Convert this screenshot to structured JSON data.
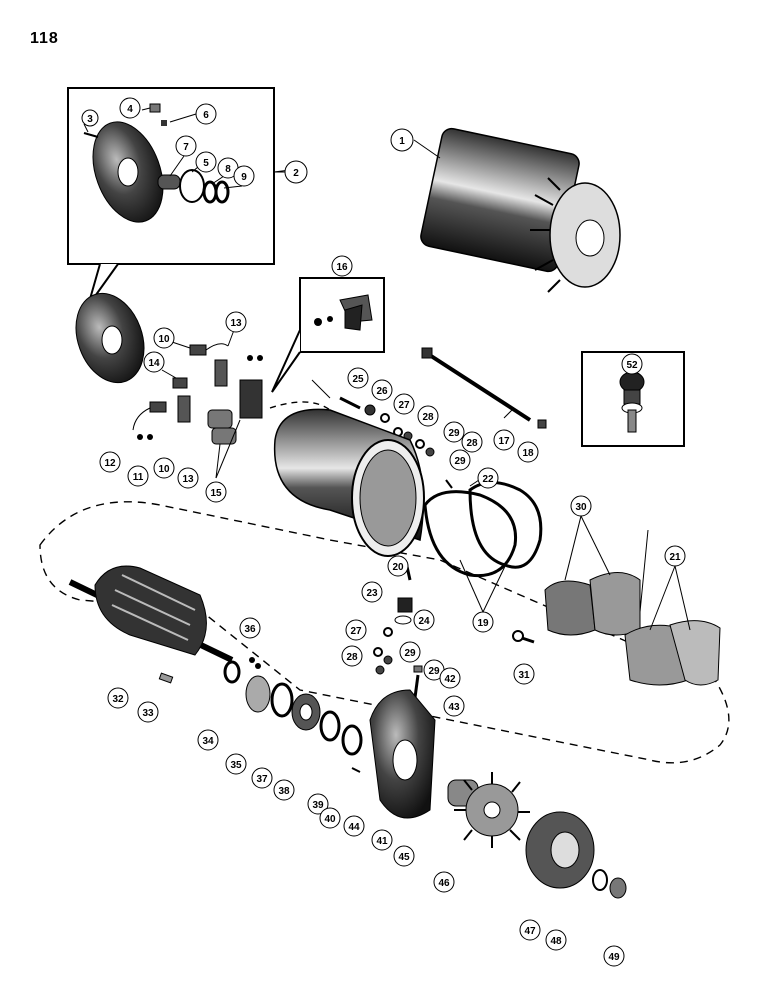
{
  "page_number": "118",
  "callouts": [
    "1",
    "2",
    "3",
    "4",
    "5",
    "6",
    "7",
    "8",
    "9",
    "10",
    "10",
    "11",
    "12",
    "13",
    "13",
    "14",
    "15",
    "16",
    "17",
    "18",
    "19",
    "20",
    "21",
    "22",
    "23",
    "24",
    "25",
    "26",
    "27",
    "27",
    "28",
    "28",
    "28",
    "29",
    "29",
    "29",
    "29",
    "30",
    "31",
    "32",
    "33",
    "34",
    "35",
    "36",
    "37",
    "38",
    "39",
    "40",
    "41",
    "42",
    "43",
    "44",
    "45",
    "46",
    "47",
    "48",
    "49",
    "52"
  ]
}
